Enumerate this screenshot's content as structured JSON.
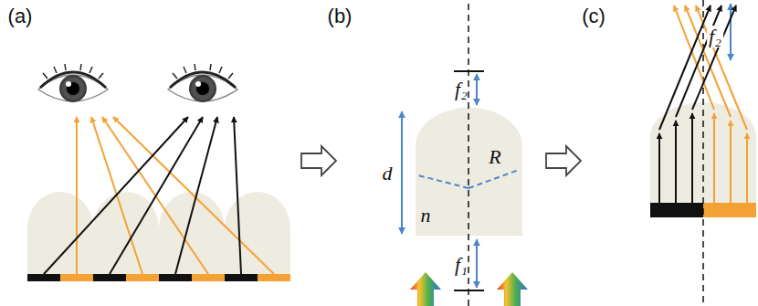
{
  "diagram": {
    "labels": [
      "(a)",
      "(b)",
      "(c)",
      "f₂",
      "d",
      "R",
      "n",
      "f₁",
      "f₂"
    ]
  }
}
